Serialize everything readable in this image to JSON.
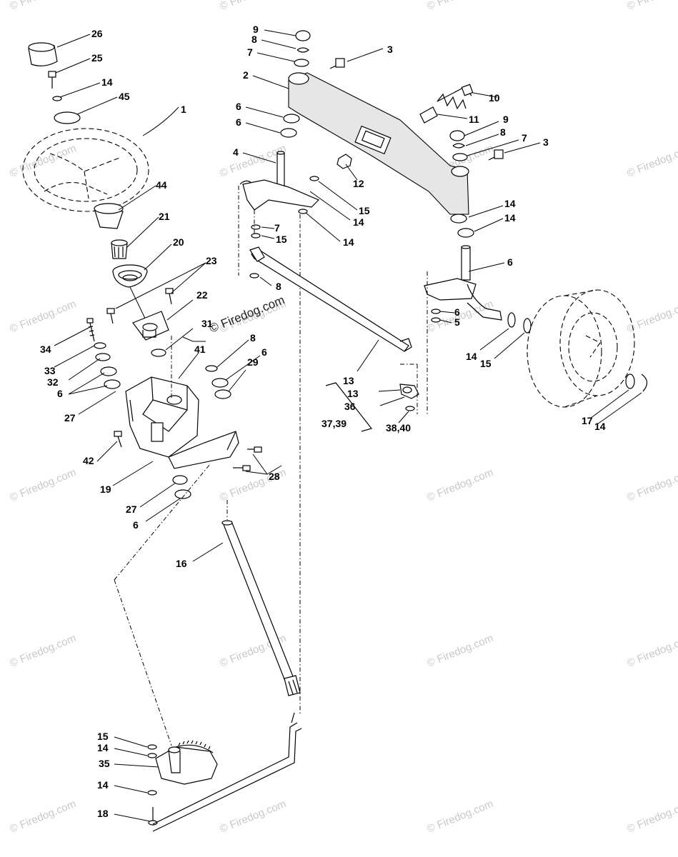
{
  "diagram": {
    "watermark_text": "© Firedog.com",
    "callouts": [
      "26",
      "25",
      "14",
      "45",
      "1",
      "44",
      "21",
      "20",
      "23",
      "22",
      "31",
      "41",
      "8",
      "6",
      "29",
      "34",
      "33",
      "32",
      "6",
      "27",
      "42",
      "19",
      "28",
      "27",
      "6",
      "16",
      "15",
      "14",
      "35",
      "14",
      "18",
      "9",
      "8",
      "7",
      "3",
      "2",
      "10",
      "11",
      "9",
      "8",
      "7",
      "3",
      "6",
      "6",
      "4",
      "12",
      "15",
      "14",
      "14",
      "15",
      "14",
      "14",
      "6",
      "6",
      "5",
      "14",
      "15",
      "13",
      "13",
      "36",
      "37,39",
      "38,40",
      "17",
      "14",
      "7",
      "8"
    ]
  }
}
